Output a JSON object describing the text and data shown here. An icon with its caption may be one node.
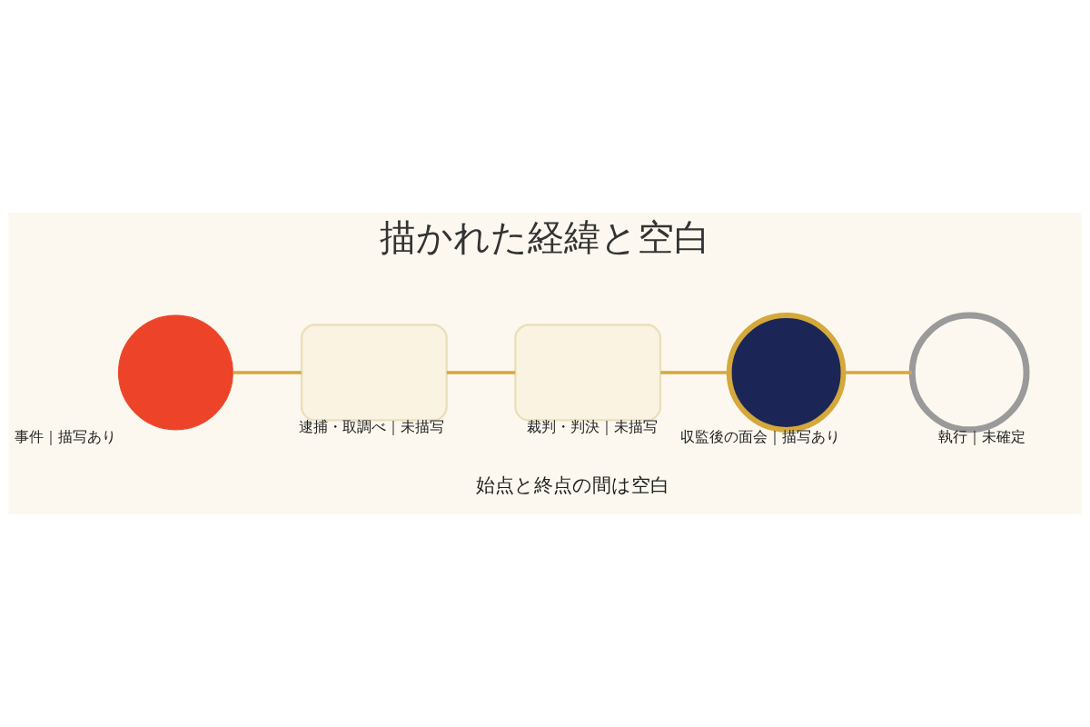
{
  "diagram": {
    "title": "描かれた経緯と空白",
    "caption": "始点と終点の間は空白",
    "nodes": [
      {
        "text": [],
        "shape": "circle",
        "beside": [
          "事件｜描写あり"
        ]
      },
      {
        "text": [],
        "shape": "box",
        "beside": [
          "逮捕・取調べ｜未描写"
        ]
      },
      {
        "text": [],
        "shape": "box",
        "beside": [
          "裁判・判決｜未描写"
        ]
      },
      {
        "text": [],
        "shape": "circle",
        "beside": [
          "収監後の面会｜描写あり"
        ]
      },
      {
        "text": [],
        "shape": "circle",
        "beside": [
          "執行｜未確定"
        ]
      }
    ],
    "edges": [
      {
        "from": 0,
        "to": 1,
        "arrow": "none"
      },
      {
        "from": 1,
        "to": 2,
        "arrow": "none"
      },
      {
        "from": 2,
        "to": 3,
        "arrow": "none"
      },
      {
        "from": 3,
        "to": 4,
        "arrow": "none"
      }
    ]
  }
}
